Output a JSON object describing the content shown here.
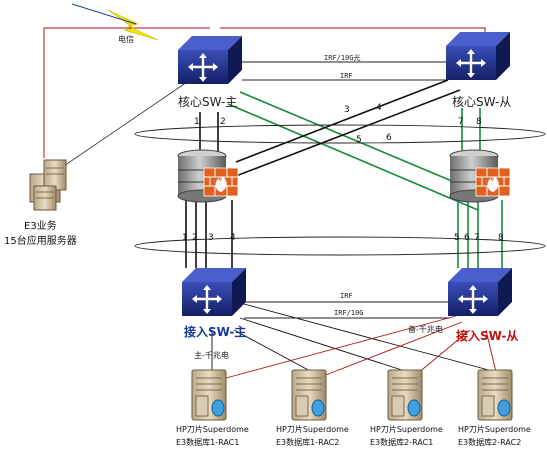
{
  "core_switches": {
    "master": "核心SW-主",
    "slave": "核心SW-从"
  },
  "access_switches": {
    "master": "接入SW-主",
    "slave": "接入SW-从"
  },
  "links": {
    "core_irf_top": "IRF/10G光",
    "core_irf_bottom": "IRF",
    "access_irf_top": "IRF",
    "access_irf_bottom": "IRF/10G",
    "telecom": "电信",
    "gigabit_master": "主-千兆电",
    "gigabit_backup": "备-千兆电"
  },
  "port_numbers": {
    "core_master": [
      "1",
      "2"
    ],
    "core_slave": [
      "7",
      "8"
    ],
    "cross": [
      "3",
      "4",
      "5",
      "6"
    ],
    "fw_master_bottom": [
      "1",
      "2",
      "3",
      "4"
    ],
    "fw_slave_bottom": [
      "5",
      "6",
      "7",
      "8"
    ]
  },
  "app_servers": {
    "line1": "E3业务",
    "line2": "15台应用服务器"
  },
  "db_servers": [
    {
      "line1": "HP刀片Superdome",
      "line2": "E3数据库1-RAC1"
    },
    {
      "line1": "HP刀片Superdome",
      "line2": "E3数据库1-RAC2"
    },
    {
      "line1": "HP刀片Superdome",
      "line2": "E3数据库2-RAC1"
    },
    {
      "line1": "HP刀片Superdome",
      "line2": "E3数据库2-RAC2"
    }
  ],
  "colors": {
    "switch_blue": "#1f2f8a",
    "link_green": "#178a3a",
    "link_red": "#b01010",
    "accent_blue": "#1a3a9a",
    "accent_red": "#c01010"
  },
  "icons": {
    "switch": "network-switch-icon",
    "firewall": "firewall-database-icon",
    "server": "server-tower-icon"
  }
}
